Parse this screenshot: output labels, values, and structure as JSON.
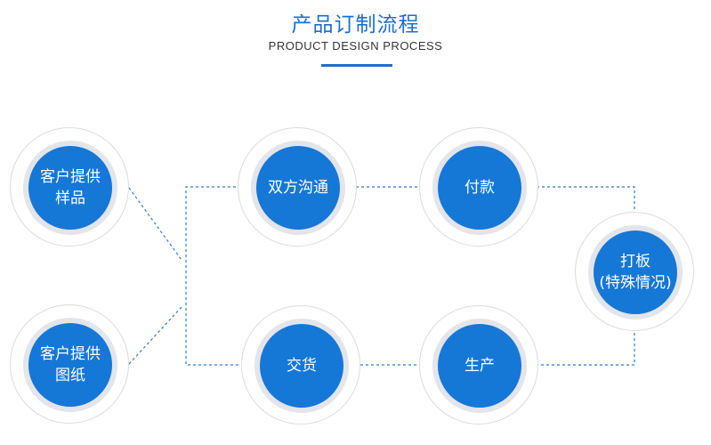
{
  "header": {
    "title": "产品订制流程",
    "subtitle": "PRODUCT DESIGN PROCESS"
  },
  "colors": {
    "accent": "#1a6fd0",
    "node_fill": "#1577d6",
    "node_ring": "#e3e5ea",
    "connector": "#2e7ad1"
  },
  "nodes": {
    "sample": {
      "label": "客户提供\n样品"
    },
    "drawing": {
      "label": "客户提供\n图纸"
    },
    "communicate": {
      "label": "双方沟通"
    },
    "payment": {
      "label": "付款"
    },
    "proofing": {
      "label": "打板\n(特殊情况)"
    },
    "production": {
      "label": "生产"
    },
    "delivery": {
      "label": "交货"
    }
  }
}
